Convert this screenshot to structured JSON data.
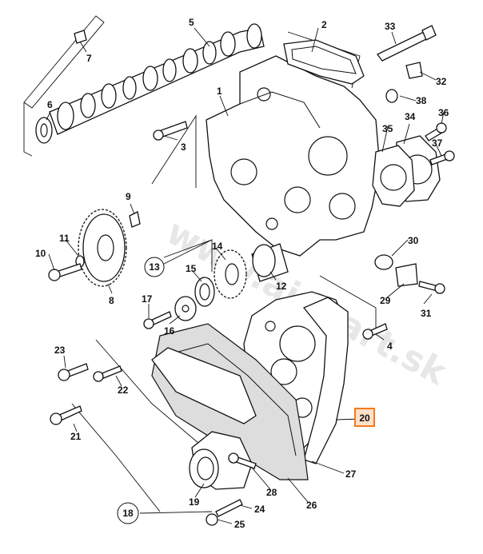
{
  "watermark": "www.ajdpart.sk",
  "highlight_color": "#f47a20",
  "callouts": {
    "c1": "1",
    "c2": "2",
    "c3": "3",
    "c4": "4",
    "c5": "5",
    "c6": "6",
    "c7": "7",
    "c8": "8",
    "c9": "9",
    "c10": "10",
    "c11": "11",
    "c12": "12",
    "c13": "13",
    "c14": "14",
    "c15": "15",
    "c16": "16",
    "c17": "17",
    "c18": "18",
    "c19": "19",
    "c20": "20",
    "c21": "21",
    "c22": "22",
    "c23": "23",
    "c24": "24",
    "c25": "25",
    "c26": "26",
    "c27": "27",
    "c28": "28",
    "c29": "29",
    "c30": "30",
    "c31": "31",
    "c32": "32",
    "c33": "33",
    "c34": "34",
    "c35": "35",
    "c36": "36",
    "c37": "37",
    "c38": "38"
  }
}
